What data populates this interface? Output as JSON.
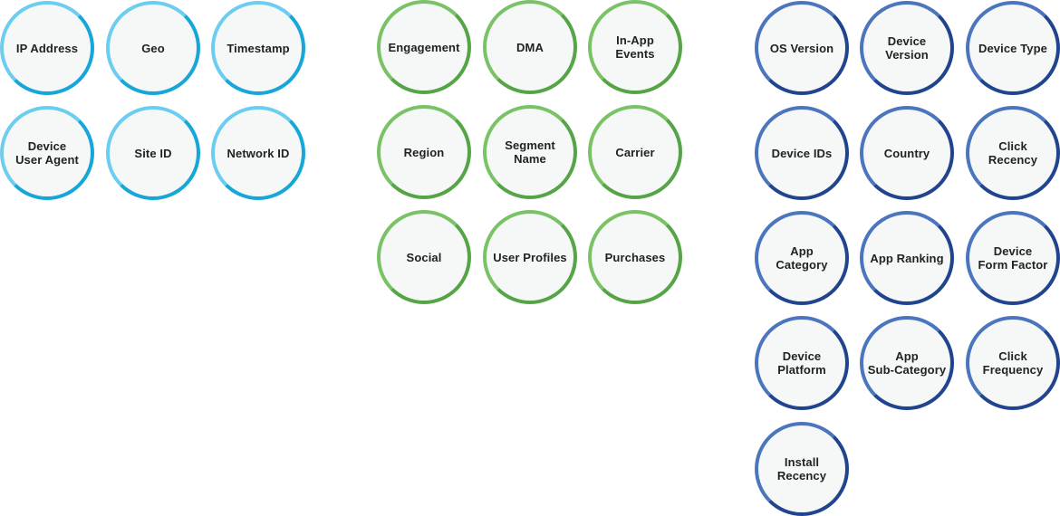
{
  "groups": [
    {
      "id": "group-1",
      "color_primary": "#16a7d8",
      "color_light": "#6ccdf0",
      "items": [
        "IP Address",
        "Geo",
        "Timestamp",
        "Device\nUser Agent",
        "Site ID",
        "Network ID"
      ]
    },
    {
      "id": "group-2",
      "color_primary": "#55a446",
      "color_light": "#79c265",
      "items": [
        "Engagement",
        "DMA",
        "In-App Events",
        "Region",
        "Segment\nName",
        "Carrier",
        "Social",
        "User Profiles",
        "Purchases"
      ]
    },
    {
      "id": "group-3",
      "color_primary": "#21448f",
      "color_light": "#4b75bd",
      "items": [
        "OS Version",
        "Device\nVersion",
        "Device Type",
        "Device IDs",
        "Country",
        "Click Recency",
        "App\nCategory",
        "App Ranking",
        "Device\nForm Factor",
        "Device\nPlatform",
        "App\nSub-Category",
        "Click\nFrequency",
        "Install\nRecency"
      ]
    }
  ]
}
